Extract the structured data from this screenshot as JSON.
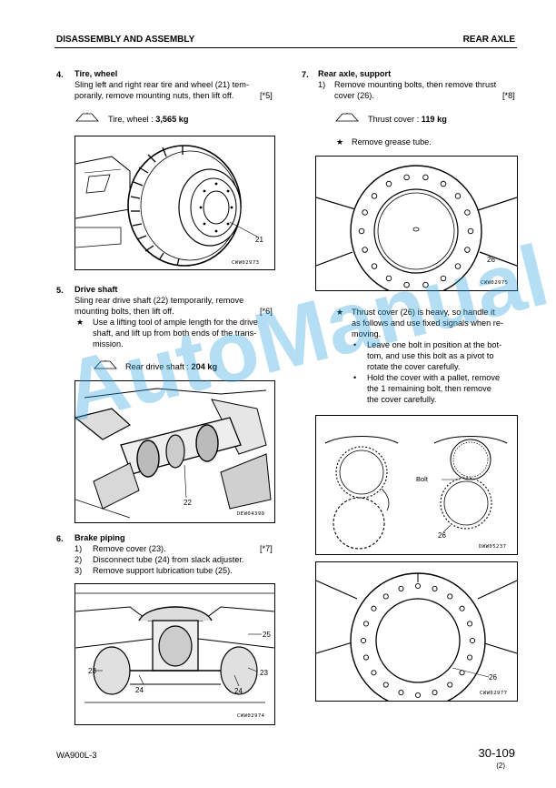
{
  "header": {
    "left": "DISASSEMBLY AND ASSEMBLY",
    "right": "REAR AXLE"
  },
  "s4": {
    "num": "4.",
    "title": "Tire, wheel",
    "l1": "Sling left and right rear tire and wheel (21) tem-",
    "l2": "porarily, remove mounting nuts, then lift off.",
    "ref": "[*5]",
    "weight_label": "Tire, wheel : ",
    "weight_value": "3,565 kg",
    "fig_label": "21",
    "fig_code": "CWW02973"
  },
  "s5": {
    "num": "5.",
    "title": "Drive shaft",
    "l1": "Sling rear drive shaft (22) temporarily, remove",
    "l2": "mounting bolts, then lift off.",
    "ref": "[*6]",
    "star": "★",
    "s1": "Use a lifting tool of ample length for the drive",
    "s2": "shaft, and lift up from both ends of the trans-",
    "s3": "mission.",
    "weight_label": "Rear drive shaft : ",
    "weight_value": "204 kg",
    "fig_label": "22",
    "fig_code": "DEW04399"
  },
  "s6": {
    "num": "6.",
    "title": "Brake piping",
    "i1n": "1)",
    "i1": "Remove cover (23).",
    "i1ref": "[*7]",
    "i2n": "2)",
    "i2": "Disconnect tube (24) from slack adjuster.",
    "i3n": "3)",
    "i3": "Remove support lubrication tube (25).",
    "fig_labels": [
      "25",
      "23",
      "24",
      "24",
      "23"
    ],
    "fig_code": "CWW02974"
  },
  "s7": {
    "num": "7.",
    "title": "Rear axle, support",
    "i1n": "1)",
    "i1a": "Remove mounting bolts, then remove thrust",
    "i1b": "cover (26).",
    "i1ref": "[*8]",
    "weight_label": "Thrust cover : ",
    "weight_value": "119 kg",
    "star": "★",
    "grease": "Remove grease tube.",
    "fig1_label": "26",
    "fig1_code": "CWW02975",
    "n1": "Thrust cover (26) is heavy, so handle it",
    "n2": "as follows and use fixed signals when re-",
    "n3": "moving.",
    "bullet": "•",
    "b1a": "Leave one bolt in position at the bot-",
    "b1b": "tom, and use this bolt as a pivot to",
    "b1c": "rotate the cover carefully.",
    "b2a": "Hold the cover with a pallet, remove",
    "b2b": "the 1 remaining bolt, then remove",
    "b2c": "the cover carefully.",
    "fig2_bolt": "Bolt",
    "fig2_label": "26",
    "fig2_code": "DWW05237",
    "fig3_label": "26",
    "fig3_code": "CWW02977"
  },
  "footer": {
    "model": "WA900L-3",
    "page": "30-109",
    "rev": "(2)"
  },
  "watermark": "AutoManual"
}
